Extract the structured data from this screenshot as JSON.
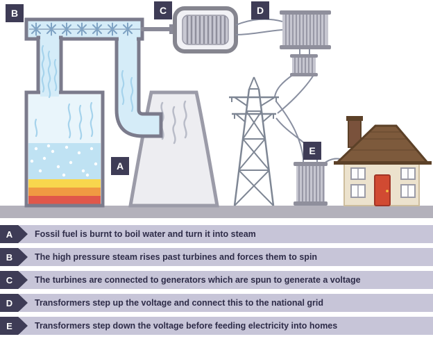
{
  "diagram": {
    "markers": {
      "a": "A",
      "b": "B",
      "c": "C",
      "d": "D",
      "e": "E"
    }
  },
  "legend": {
    "items": [
      {
        "letter": "A",
        "text": "Fossil fuel is burnt to boil water and turn it into steam"
      },
      {
        "letter": "B",
        "text": "The high pressure steam rises past turbines and forces them to spin"
      },
      {
        "letter": "C",
        "text": "The turbines are connected to generators which are spun to generate a voltage"
      },
      {
        "letter": "D",
        "text": "Transformers step up the voltage and connect this to the national grid"
      },
      {
        "letter": "E",
        "text": "Transformers step down the voltage before feeding electricity into homes"
      }
    ]
  },
  "colors": {
    "marker_bg": "#3e3c56",
    "legend_bar": "#c7c5d8",
    "steam_blue": "#d5ecf8",
    "water_blue": "#bfe2f3",
    "flame_yellow": "#f8d64d",
    "flame_orange": "#f09a42",
    "flame_red": "#e0574a",
    "ground_gray": "#b3b1bb"
  }
}
